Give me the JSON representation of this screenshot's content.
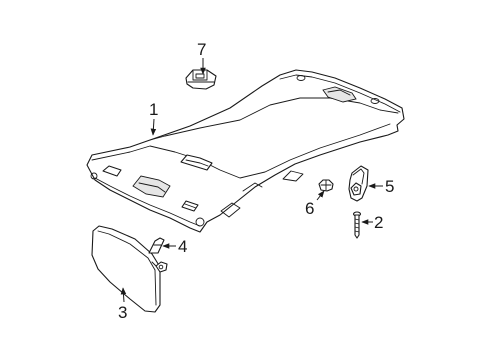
{
  "callouts": [
    {
      "id": "headliner",
      "label": "1"
    },
    {
      "id": "screw",
      "label": "2"
    },
    {
      "id": "sun-visor",
      "label": "3"
    },
    {
      "id": "visor-clip",
      "label": "4"
    },
    {
      "id": "bracket",
      "label": "5"
    },
    {
      "id": "bolt",
      "label": "6"
    },
    {
      "id": "lamp-clip",
      "label": "7"
    }
  ]
}
